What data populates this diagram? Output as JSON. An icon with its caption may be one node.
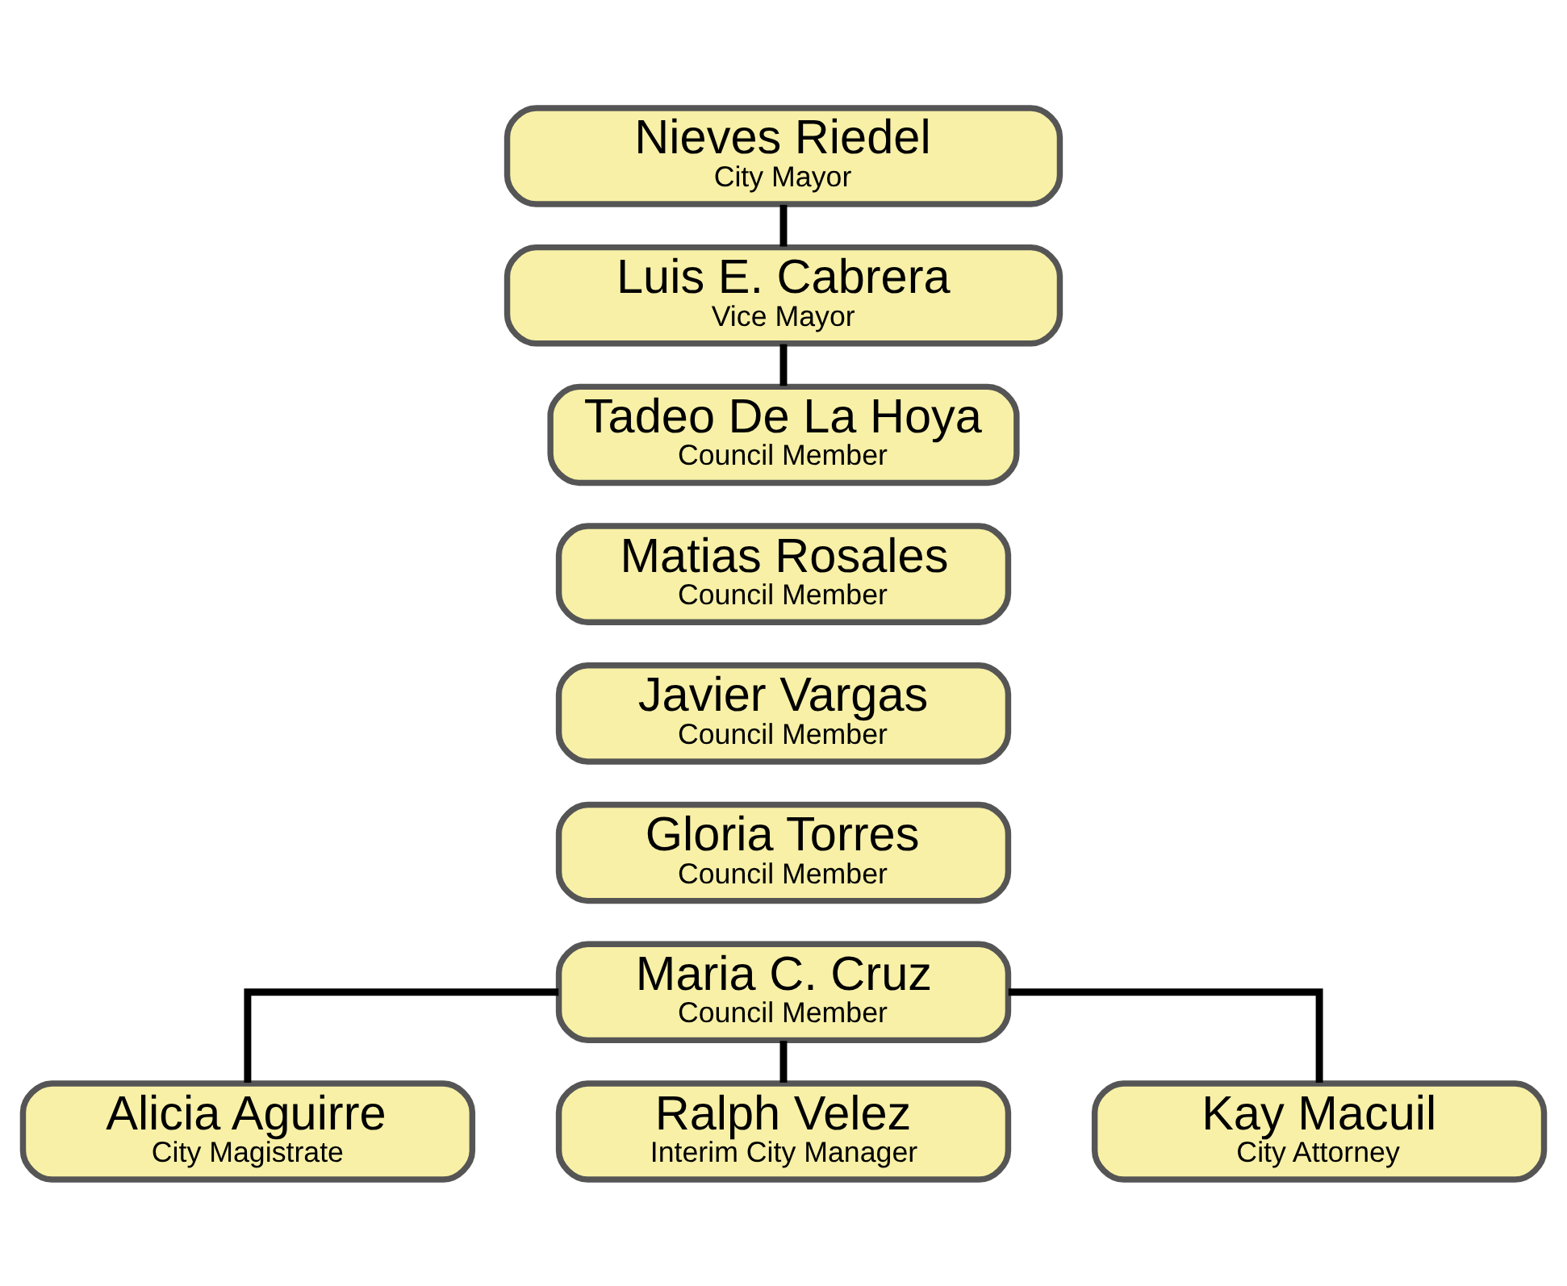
{
  "diagram": {
    "nodes": [
      {
        "text": [
          "Nieves Riedel",
          "City Mayor"
        ]
      },
      {
        "text": [
          "Luis E. Cabrera",
          "Vice Mayor"
        ]
      },
      {
        "text": [
          "Tadeo De La Hoya",
          "Council Member"
        ]
      },
      {
        "text": [
          "Matias Rosales",
          "Council Member"
        ]
      },
      {
        "text": [
          "Javier Vargas",
          "Council Member"
        ]
      },
      {
        "text": [
          "Gloria Torres",
          "Council Member"
        ]
      },
      {
        "text": [
          "Maria C. Cruz",
          "Council Member"
        ]
      },
      {
        "text": [
          "Alicia Aguirre",
          "City Magistrate"
        ]
      },
      {
        "text": [
          "Ralph Velez",
          "Interim City Manager"
        ]
      },
      {
        "text": [
          "Kay Macuil",
          "City Attorney"
        ]
      }
    ],
    "edges": [
      {
        "from": 0,
        "to": 1,
        "arrow": "none"
      },
      {
        "from": 1,
        "to": 2,
        "arrow": "none"
      },
      {
        "from": 6,
        "to": 7,
        "arrow": "none"
      },
      {
        "from": 6,
        "to": 8,
        "arrow": "none"
      },
      {
        "from": 6,
        "to": 9,
        "arrow": "none"
      }
    ]
  }
}
